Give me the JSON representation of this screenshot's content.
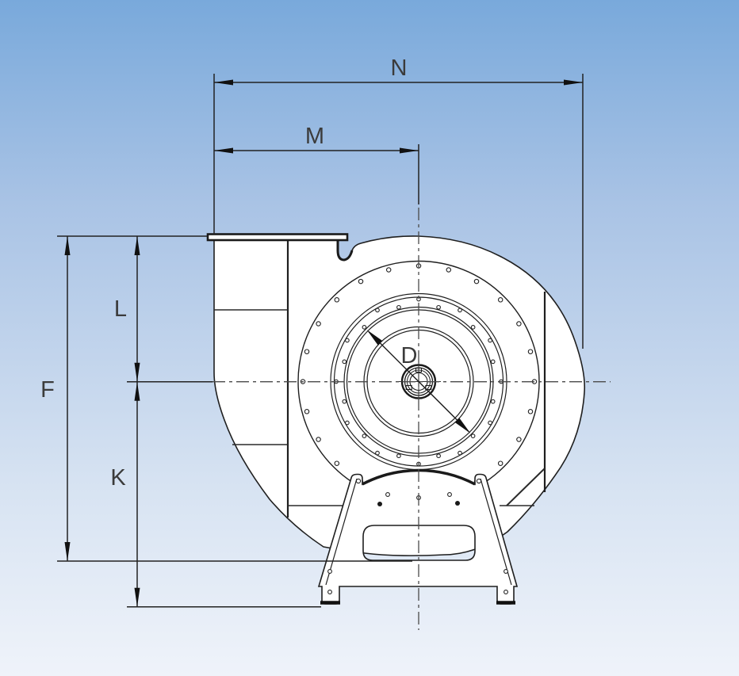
{
  "drawing": {
    "description": "Centrifugal fan side view dimension drawing",
    "labels": {
      "n": "N",
      "m": "M",
      "l": "L",
      "f": "F",
      "k": "K",
      "d": "D"
    },
    "dimension_letters": [
      "N",
      "M",
      "L",
      "F",
      "K",
      "D"
    ]
  },
  "colors": {
    "background_top": "#79a9db",
    "background_mid": "#a9c3e5",
    "background_low": "#d7e3f2",
    "background_bottom": "#eff3fa",
    "line": "#1f1f1f",
    "dimension_line": "#222222",
    "centerline": "#4a4a4a",
    "label_text": "#3b3b3b",
    "body_fill": "#ffffff"
  }
}
